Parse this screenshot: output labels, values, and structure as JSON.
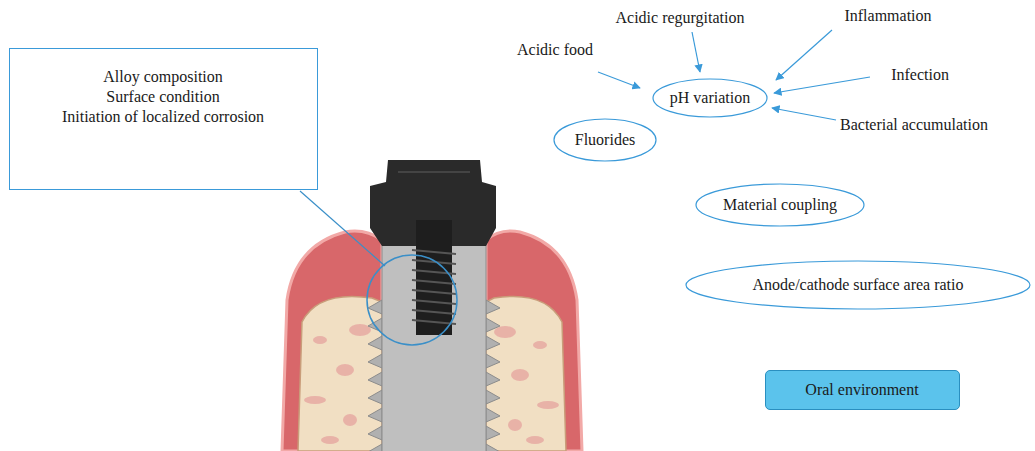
{
  "diagram": {
    "nodes": [
      {
        "text": [
          "Alloy composition",
          "Surface condition",
          "Initiation of localized corrosion"
        ]
      },
      {
        "text": [
          "pH variation"
        ]
      },
      {
        "text": [
          "Fluorides"
        ]
      },
      {
        "text": [
          "Material coupling"
        ]
      },
      {
        "text": [
          "Anode/cathode surface area ratio"
        ]
      },
      {
        "text": [
          "Oral environment"
        ]
      }
    ],
    "labels": [
      "Acidic regurgitation",
      "Acidic food",
      "Inflammation",
      "Infection",
      "Bacterial accumulation"
    ]
  }
}
